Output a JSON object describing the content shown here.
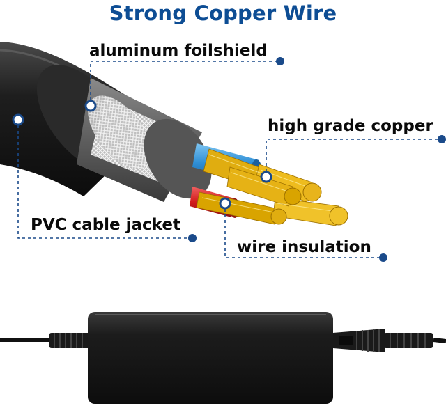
{
  "title": "Strong Copper Wire",
  "labels": {
    "foil": "aluminum foilshield",
    "copper": "high grade copper",
    "jacket": "PVC cable jacket",
    "insulation": "wire insulation"
  },
  "colors": {
    "title": "#0d4d94",
    "leader": "#1a4a8a",
    "jacket": "#1c1c1c",
    "copper": "#d9a400",
    "insulation_blue": "#2f8fd6",
    "insulation_red": "#d21c1c",
    "adapter": "#1a1a1a"
  }
}
